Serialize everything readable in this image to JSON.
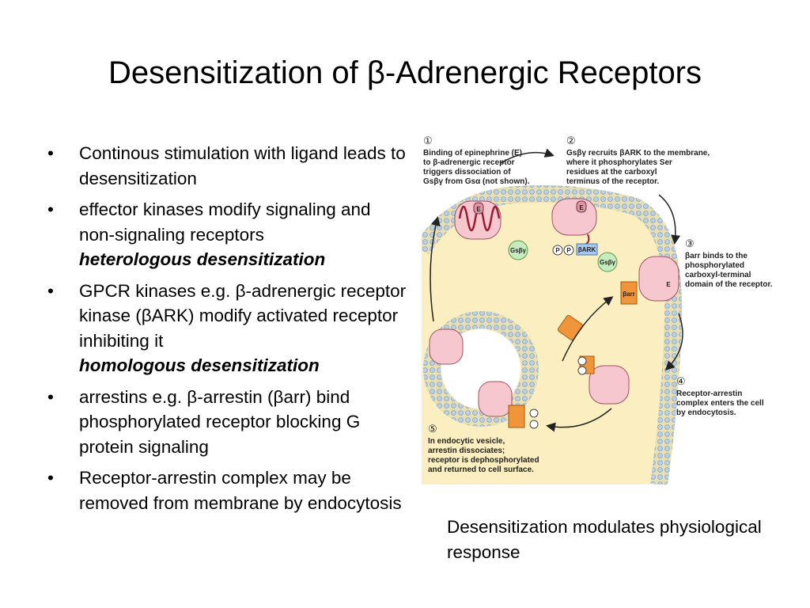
{
  "slide": {
    "title": "Desensitization of β-Adrenergic Receptors",
    "bullets": [
      {
        "text": "Continous stimulation with ligand leads to desensitization",
        "emphasis": ""
      },
      {
        "text": "effector kinases modify signaling and non-signaling receptors",
        "emphasis": "heterologous desensitization"
      },
      {
        "text": "GPCR kinases e.g. β-adrenergic receptor kinase (βARK) modify activated receptor inhibiting it",
        "emphasis": "homologous desensitization"
      },
      {
        "text": "arrestins e.g. β-arrestin (βarr) bind phosphorylated receptor blocking G protein signaling",
        "emphasis": ""
      },
      {
        "text": "Receptor-arrestin complex may be removed from membrane by endocytosis",
        "emphasis": ""
      }
    ],
    "caption": "Desensitization modulates physiological response"
  },
  "figure": {
    "steps": [
      {
        "number": "①",
        "lines": [
          "Binding of epinephrine (E)",
          "to β-adrenergic receptor",
          "triggers dissociation of",
          "Gsβγ from Gsα (not shown)."
        ]
      },
      {
        "number": "②",
        "lines": [
          "Gsβγ recruits βARK to the membrane,",
          "where it phosphorylates Ser",
          "residues at the carboxyl",
          "terminus of the receptor."
        ]
      },
      {
        "number": "③",
        "lines": [
          "βarr binds to the",
          "phosphorylated",
          "carboxyl-terminal",
          "domain of the receptor."
        ]
      },
      {
        "number": "④",
        "lines": [
          "Receptor-arrestin",
          "complex enters the cell",
          "by endocytosis."
        ]
      },
      {
        "number": "⑤",
        "lines": [
          "In endocytic vesicle,",
          "arrestin dissociates;",
          "receptor is dephosphorylated",
          "and returned to cell surface."
        ]
      }
    ],
    "labels": {
      "ligand": "E",
      "g_beta_gamma": "Gsβγ",
      "kinase": "βARK",
      "arrestin": "βarr",
      "phosphate": "P"
    }
  }
}
